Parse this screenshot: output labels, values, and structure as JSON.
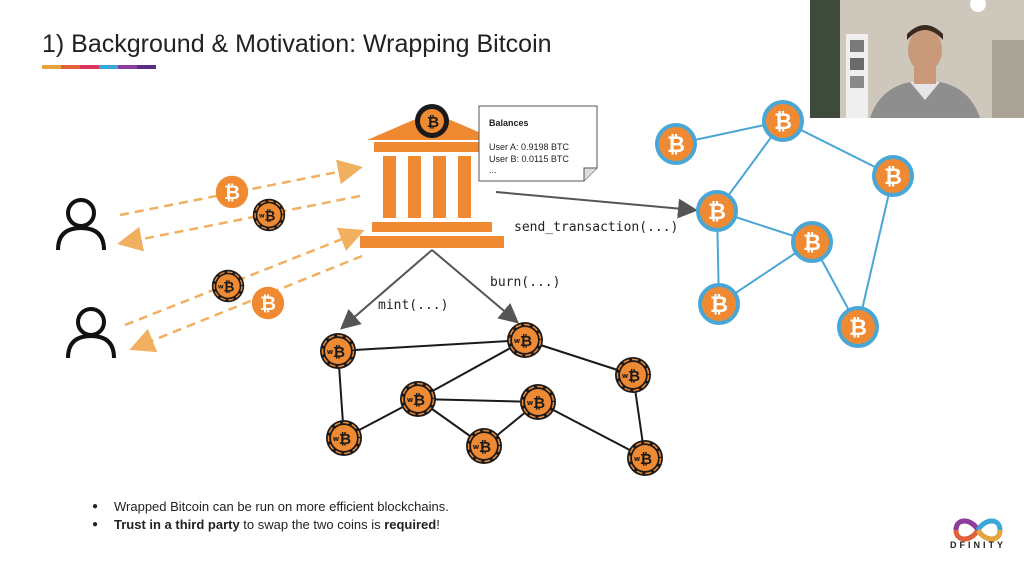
{
  "slide": {
    "title": "1) Background & Motivation: Wrapping Bitcoin",
    "accent_colors": [
      "#e8a33d",
      "#e0623a",
      "#d9345f",
      "#3aa7d9",
      "#8a3d9c",
      "#5a2d83"
    ]
  },
  "balances_note": {
    "heading": "Balances",
    "line1": "User A: 0.9198 BTC",
    "line2": "User B: 0.0115 BTC",
    "line3": "..."
  },
  "operations": {
    "send": "send_transaction(...)",
    "mint": "mint(...)",
    "burn": "burn(...)"
  },
  "coin_glyph": "₿",
  "wrapped_mark": "w",
  "bullets": [
    {
      "plain": "Wrapped Bitcoin can be run on more efficient blockchains."
    },
    {
      "bold1": "Trust in a third party",
      "mid": " to swap the two coins is ",
      "bold2": "required",
      "end": "!"
    }
  ],
  "logo": {
    "text": "DFINITY"
  },
  "colors": {
    "btc_orange": "#f08a32",
    "bank_orange": "#f08a32",
    "wbtc_orange": "#ef8a34",
    "bitcoin_network": "#4aa6d4",
    "arrow_dashed": "#f0b060",
    "arrow_solid": "#555555"
  },
  "icons": {
    "user": "user-icon",
    "bank": "bank-icon",
    "bitcoin": "bitcoin-icon",
    "wrapped_bitcoin": "wrapped-bitcoin-icon"
  }
}
